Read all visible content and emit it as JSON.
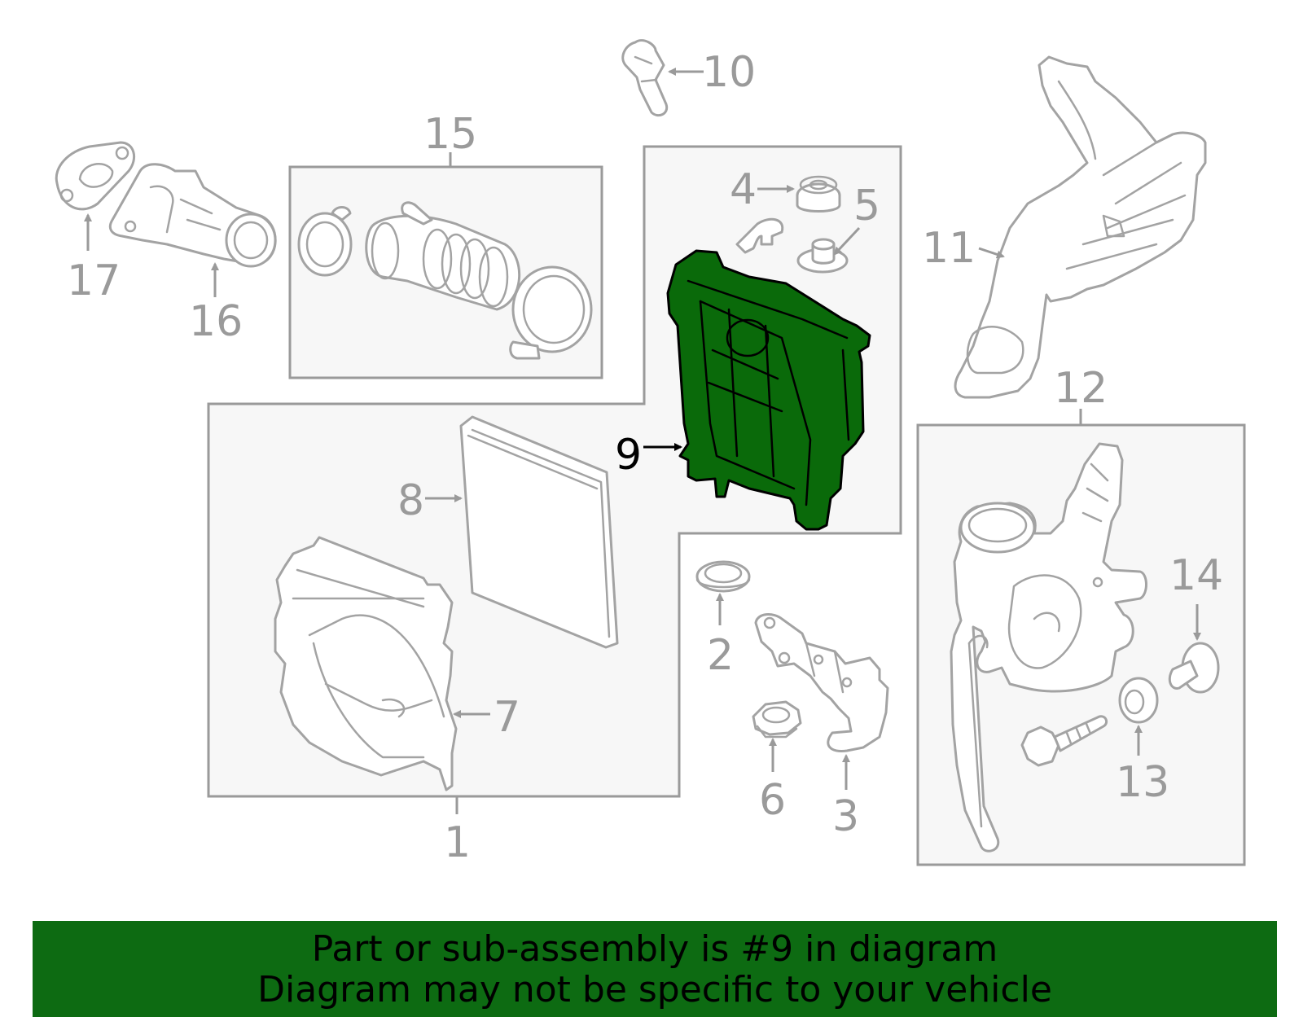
{
  "diagram": {
    "callouts": [
      "1",
      "2",
      "3",
      "4",
      "5",
      "6",
      "7",
      "8",
      "9",
      "10",
      "11",
      "12",
      "13",
      "14",
      "15",
      "16",
      "17"
    ],
    "selected_callout": "9",
    "highlight_color": "#0a6a0a",
    "line_color": "#9a9a9a"
  },
  "banner": {
    "line1": "Part or sub-assembly is #9 in diagram",
    "line2": "Diagram may not be specific to your vehicle",
    "background": "#0d6b12"
  }
}
